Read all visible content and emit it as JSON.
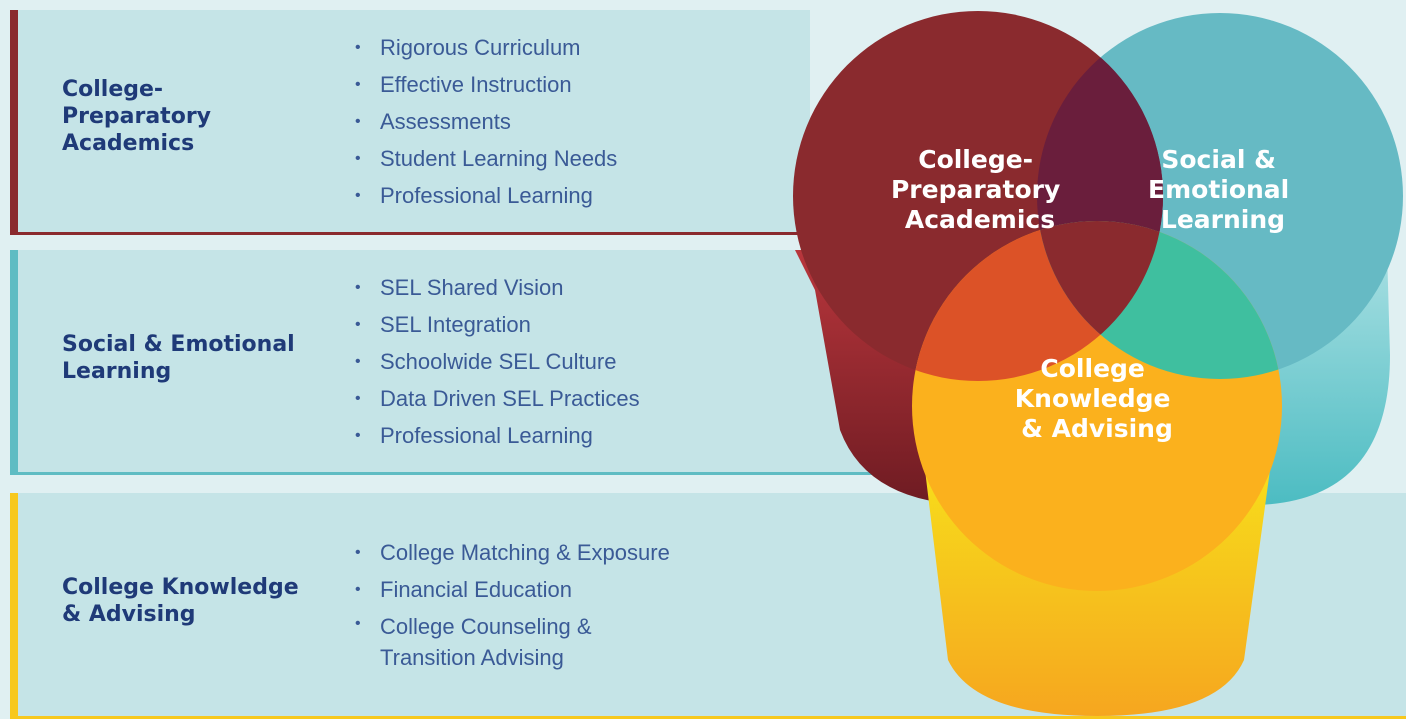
{
  "rows": [
    {
      "heading": [
        "College-",
        "Preparatory",
        "Academics"
      ],
      "items": [
        "Rigorous Curriculum",
        "Effective Instruction",
        "Assessments",
        "Student Learning Needs",
        "Professional Learning"
      ],
      "color": "#8a2a2e"
    },
    {
      "heading": [
        "Social & Emotional",
        "Learning"
      ],
      "items": [
        "SEL Shared Vision",
        "SEL Integration",
        "Schoolwide SEL Culture",
        "Data Driven SEL Practices",
        "Professional Learning"
      ],
      "color": "#5fbcc3"
    },
    {
      "heading": [
        "College Knowledge",
        "& Advising"
      ],
      "items": [
        "College Matching & Exposure",
        "Financial Education",
        "College Counseling &",
        "Transition Advising"
      ],
      "color": "#f7c81e"
    }
  ],
  "venn": {
    "academics": [
      "College-",
      "Preparatory",
      "Academics"
    ],
    "sel": [
      "Social &",
      "Emotional",
      "Learning"
    ],
    "advising": [
      "College",
      "Knowledge",
      "& Advising"
    ]
  },
  "colors": {
    "background": "#e0f0f2",
    "panel": "#c5e4e7",
    "heading": "#1f3a78",
    "bullet_text": "#3a5a96",
    "academics": "#8a2a2e",
    "sel": "#66bac4",
    "advising": "#fbb11d"
  }
}
